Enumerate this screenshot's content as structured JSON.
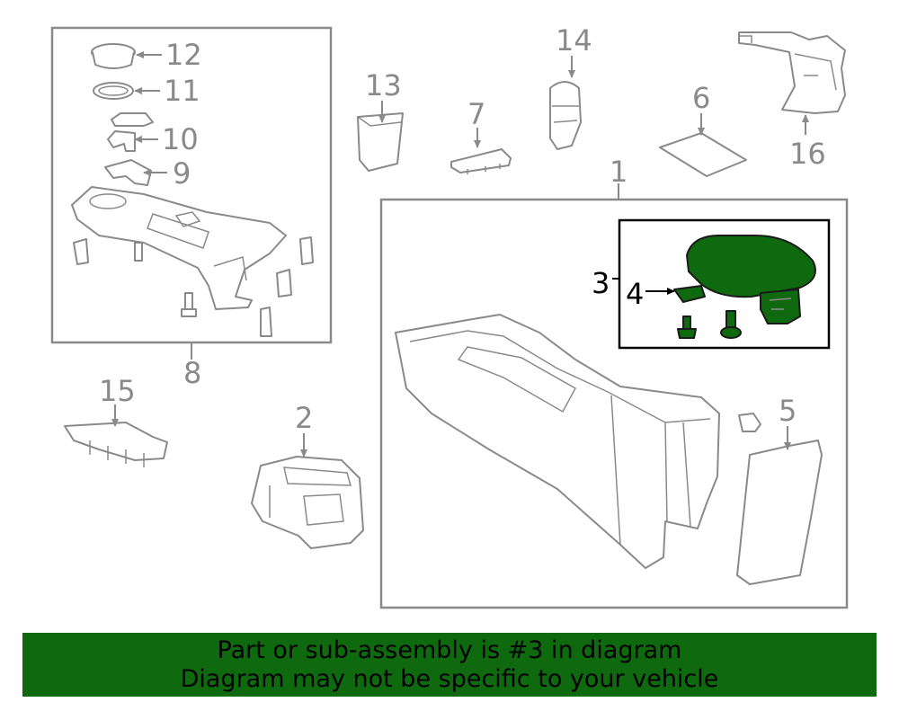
{
  "callouts": {
    "c1": "1",
    "c2": "2",
    "c3": "3",
    "c4": "4",
    "c5": "5",
    "c6": "6",
    "c7": "7",
    "c8": "8",
    "c9": "9",
    "c10": "10",
    "c11": "11",
    "c12": "12",
    "c13": "13",
    "c14": "14",
    "c15": "15",
    "c16": "16"
  },
  "highlight": {
    "part_number": "3",
    "color": "#0f6a0f"
  },
  "banner": {
    "line1": "Part or sub-assembly is #3 in diagram",
    "line2": "Diagram may not be specific to your vehicle"
  }
}
